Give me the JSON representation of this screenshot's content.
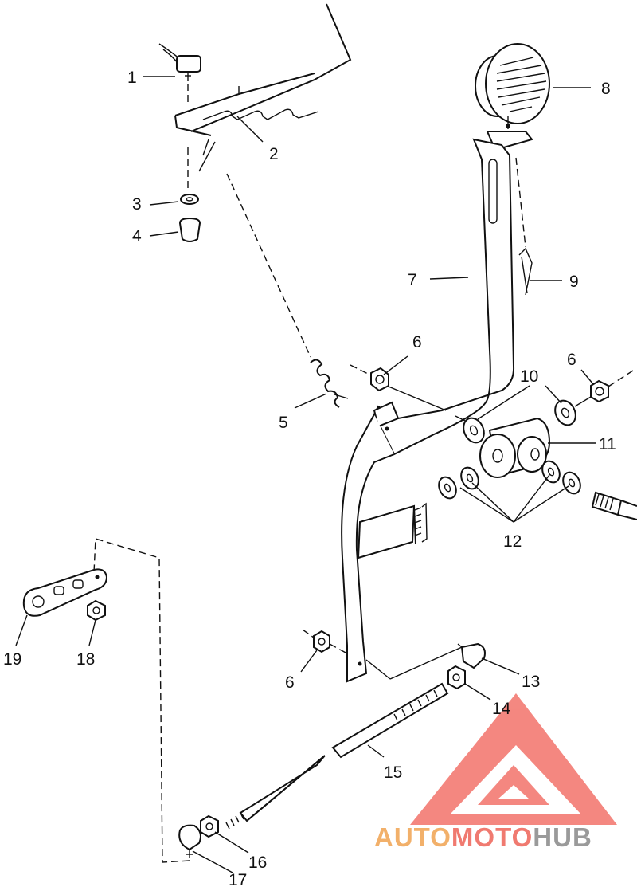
{
  "diagram": {
    "callouts": [
      {
        "id": "c1",
        "text": "1"
      },
      {
        "id": "c2",
        "text": "2"
      },
      {
        "id": "c3",
        "text": "3"
      },
      {
        "id": "c4",
        "text": "4"
      },
      {
        "id": "c5",
        "text": "5"
      },
      {
        "id": "c6a",
        "text": "6"
      },
      {
        "id": "c6b",
        "text": "6"
      },
      {
        "id": "c6c",
        "text": "6"
      },
      {
        "id": "c7",
        "text": "7"
      },
      {
        "id": "c8",
        "text": "8"
      },
      {
        "id": "c9",
        "text": "9"
      },
      {
        "id": "c10",
        "text": "10"
      },
      {
        "id": "c11",
        "text": "11"
      },
      {
        "id": "c12",
        "text": "12"
      },
      {
        "id": "c13",
        "text": "13"
      },
      {
        "id": "c14",
        "text": "14"
      },
      {
        "id": "c15",
        "text": "15"
      },
      {
        "id": "c16",
        "text": "16"
      },
      {
        "id": "c17",
        "text": "17"
      },
      {
        "id": "c18",
        "text": "18"
      },
      {
        "id": "c19",
        "text": "19"
      }
    ]
  },
  "watermark": {
    "part1": "AUTO",
    "part2": "MOTO",
    "part3": "HUB",
    "colors": {
      "auto": "#f2b06a",
      "moto": "#f07a70",
      "hub": "#9a9a9a",
      "logo": "#f05a50"
    }
  }
}
